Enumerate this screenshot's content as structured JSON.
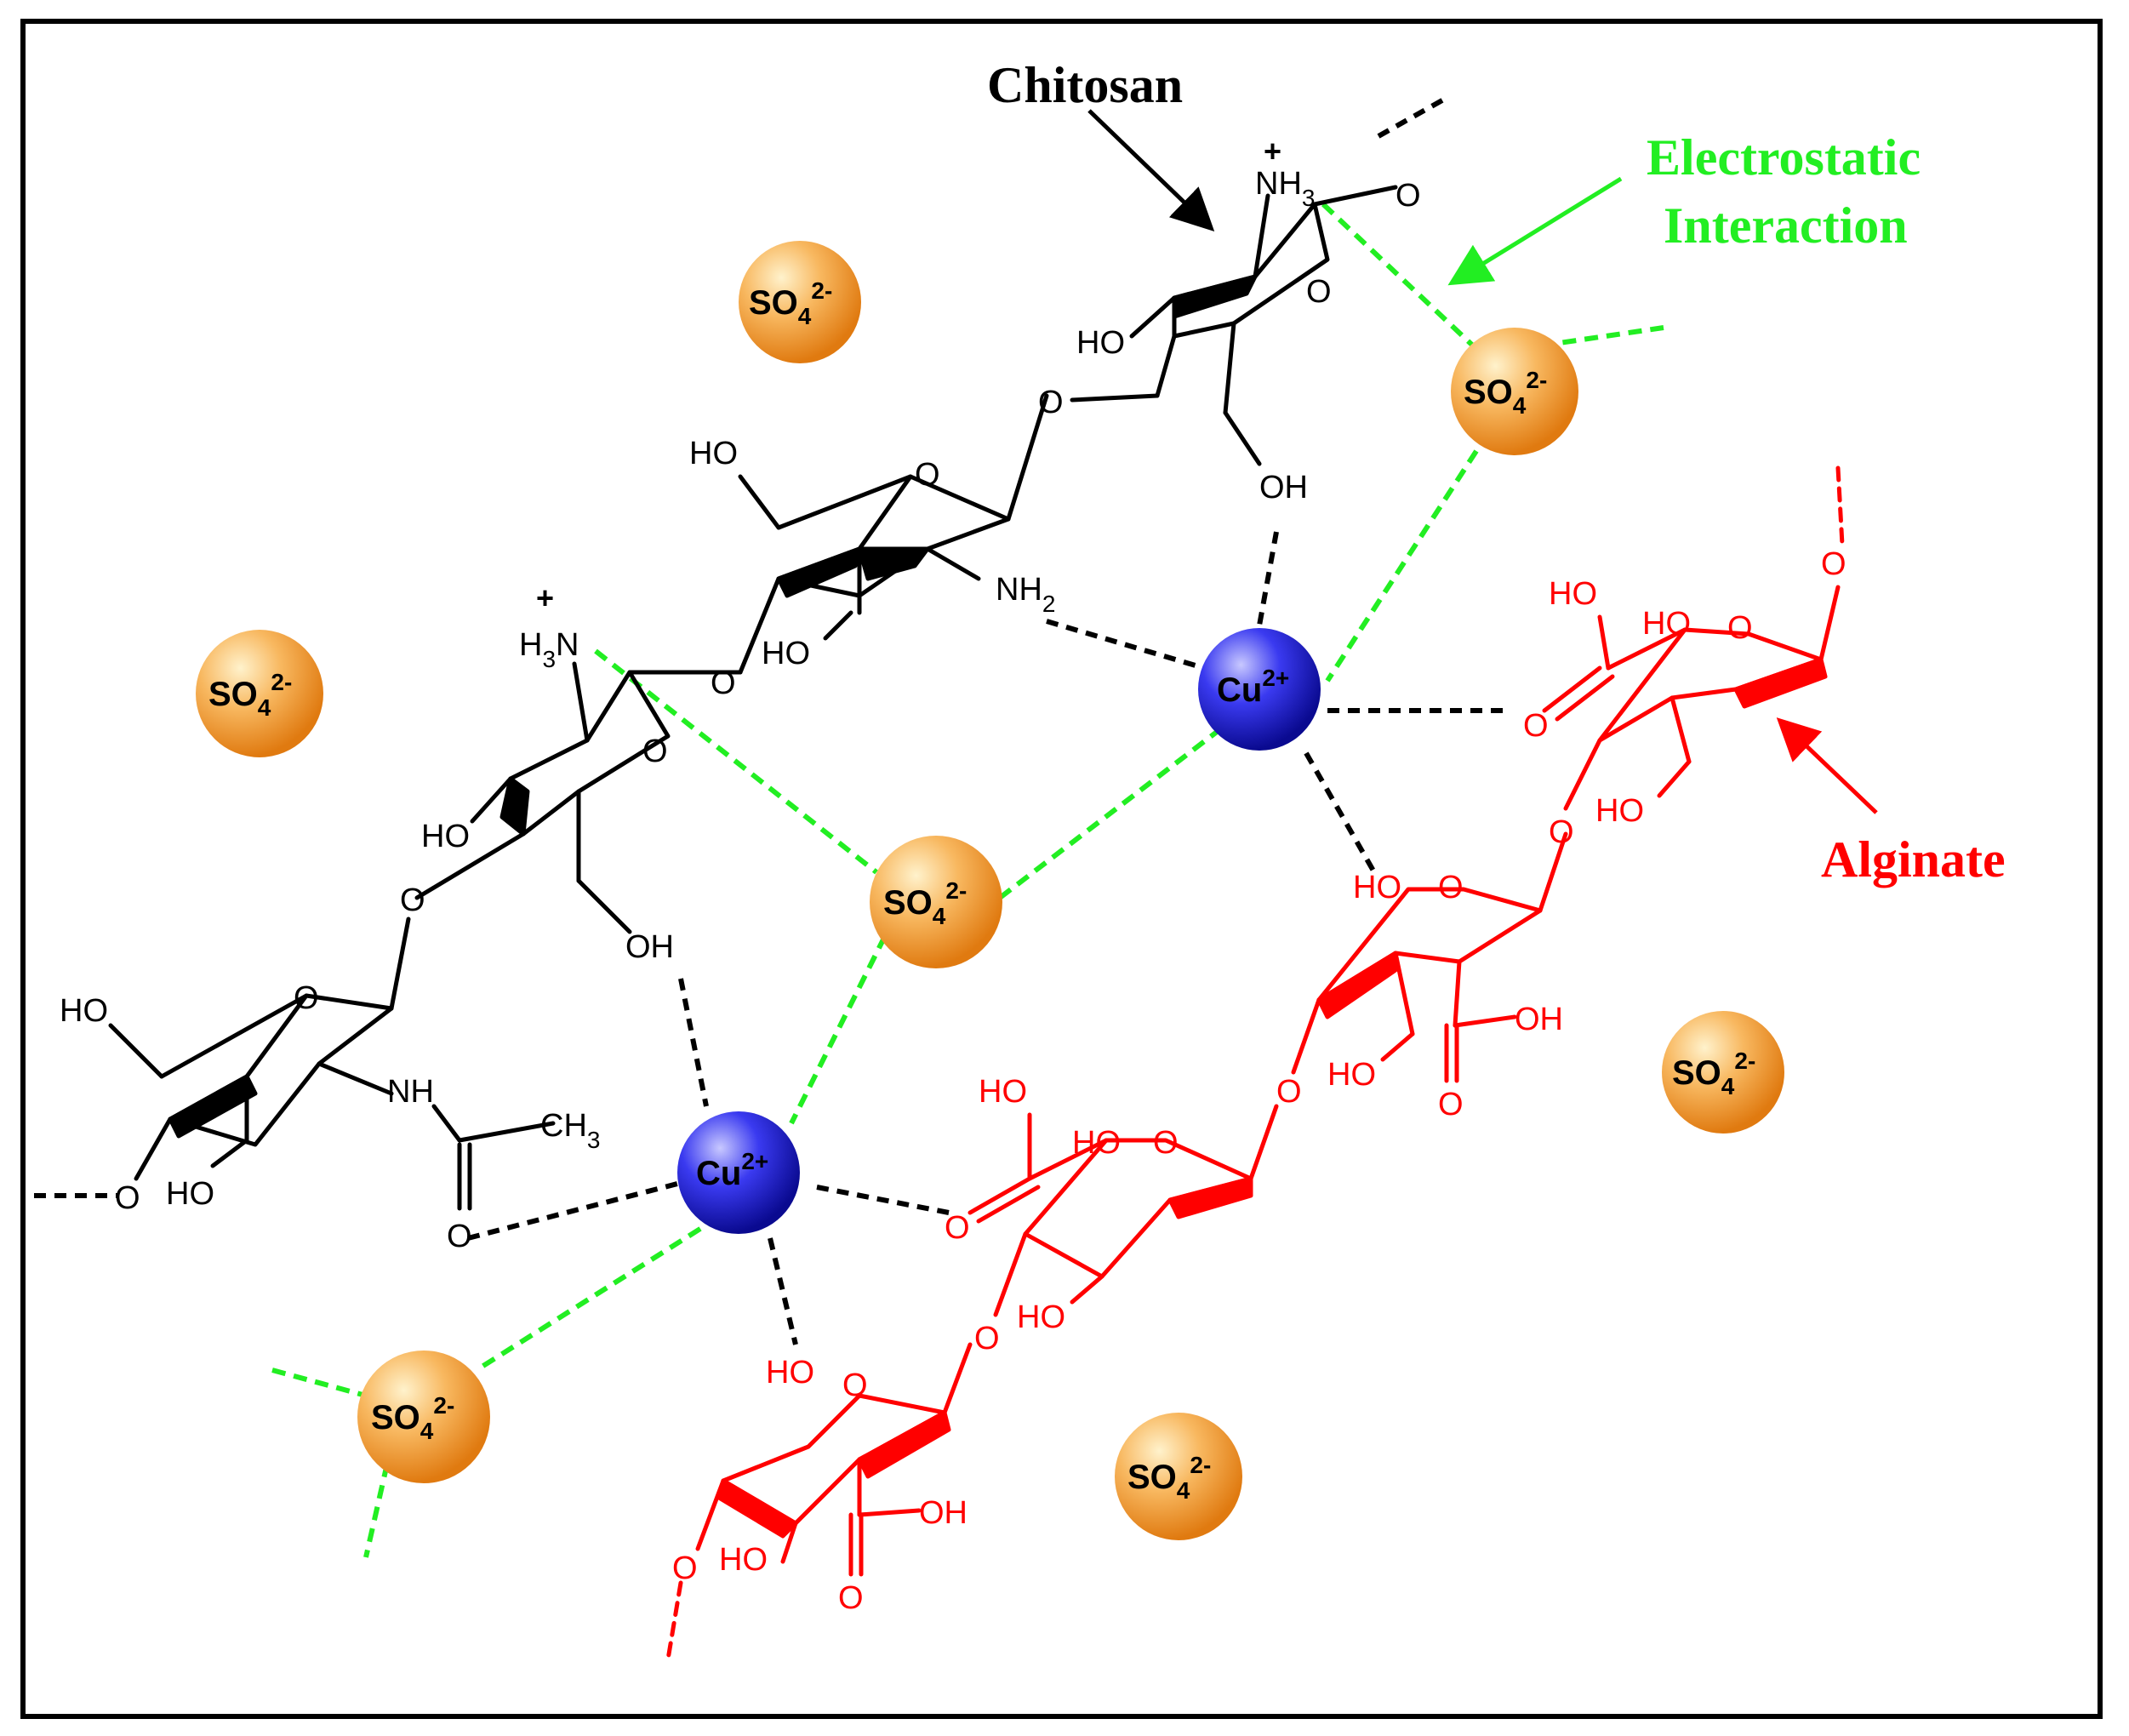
{
  "labels": {
    "chitosan": "Chitosan",
    "electrostatic_line1": "Electrostatic",
    "electrostatic_line2": "Interaction",
    "alginate": "Alginate"
  },
  "ions": {
    "sulfate_base": "SO",
    "sulfate_sub": "4",
    "sulfate_sup": "2-",
    "copper_base": "Cu",
    "copper_sup": "2+"
  },
  "atoms": {
    "ho": "HO",
    "oh": "OH",
    "o": "O",
    "nh": "NH",
    "nh2_base": "NH",
    "nh2_sub": "2",
    "nh3_base": "NH",
    "nh3_sub": "3",
    "h3n_h": "H",
    "h3n_sub": "3",
    "h3n_n": "N",
    "ch3_base": "CH",
    "ch3_sub": "3",
    "plus": "+"
  },
  "colors": {
    "chitosan": "#000000",
    "alginate": "#ff0000",
    "electrostatic": "#22ee22",
    "coordination": "#000000",
    "sulfate_ion": "#f5a040",
    "copper_ion": "#2020e0"
  }
}
